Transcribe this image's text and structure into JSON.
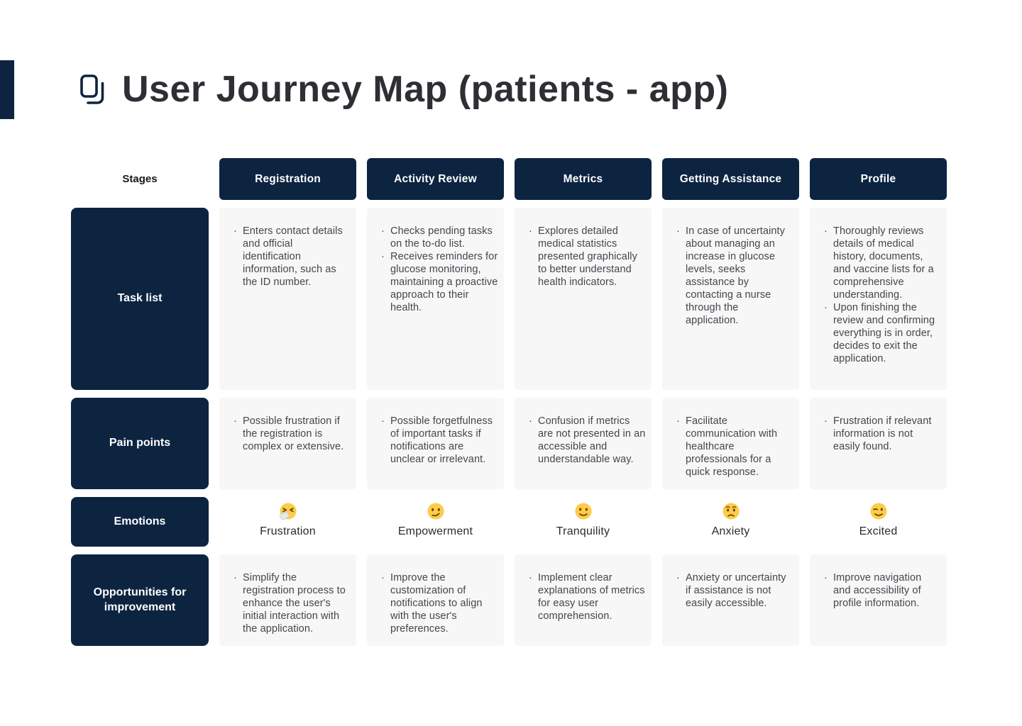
{
  "page": {
    "title": "User Journey Map (patients - app)",
    "title_icon": "copy-icon"
  },
  "colors": {
    "navy": "#0c2440",
    "cell_background": "#f7f7f7",
    "title_text": "#2e2e34",
    "body_text": "#45454d",
    "emoji_face": "#ffcb4b"
  },
  "journey": {
    "stages_label": "Stages",
    "columns": [
      {
        "label": "Registration"
      },
      {
        "label": "Activity Review"
      },
      {
        "label": "Metrics"
      },
      {
        "label": "Getting Assistance"
      },
      {
        "label": "Profile"
      }
    ],
    "rows": [
      {
        "label": "Task list",
        "cells": [
          [
            "Enters contact details and official identification information, such as the ID number."
          ],
          [
            "Checks pending tasks on the to-do list.",
            "Receives reminders for glucose monitoring, maintaining a proactive approach to their health."
          ],
          [
            "Explores detailed medical statistics presented graphically to better understand health indicators."
          ],
          [
            "In case of uncertainty about managing an increase in glucose levels, seeks assistance by contacting a nurse through the application."
          ],
          [
            "Thoroughly reviews details of medical history, documents, and vaccine lists for a comprehensive understanding.",
            "Upon finishing the review and confirming everything is in order, decides to exit the application."
          ]
        ]
      },
      {
        "label": "Pain points",
        "cells": [
          [
            "Possible frustration if the registration is complex or extensive."
          ],
          [
            "Possible forgetfulness of important tasks if notifications are unclear or irrelevant."
          ],
          [
            "Confusion if metrics are not presented in an accessible and understandable way."
          ],
          [
            "Facilitate communication with healthcare professionals for a quick response."
          ],
          [
            "Frustration if relevant information is not easily found."
          ]
        ]
      },
      {
        "label": "Emotions",
        "emotions": [
          {
            "emoji": "🤧",
            "icon": "sneezing-face-icon",
            "name": "Frustration"
          },
          {
            "emoji": "😏",
            "icon": "smirking-face-icon",
            "name": "Empowerment"
          },
          {
            "emoji": "🙂",
            "icon": "slightly-smiling-face-icon",
            "name": "Tranquility"
          },
          {
            "emoji": "😟",
            "icon": "worried-face-icon",
            "name": "Anxiety"
          },
          {
            "emoji": "😉",
            "icon": "winking-face-icon",
            "name": "Excited"
          }
        ]
      },
      {
        "label": "Opportunities for improvement",
        "cells": [
          [
            "Simplify the registration process to enhance the user's initial interaction with the application."
          ],
          [
            "Improve the customization of notifications to align with the user's preferences."
          ],
          [
            "Implement clear explanations of metrics for easy user comprehension."
          ],
          [
            "Anxiety or uncertainty if assistance is not easily accessible."
          ],
          [
            "Improve navigation and accessibility of profile information."
          ]
        ]
      }
    ]
  }
}
